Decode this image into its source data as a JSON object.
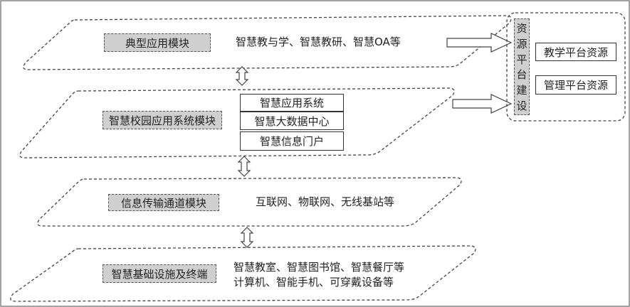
{
  "layers": [
    {
      "module": "典型应用模块",
      "lines": [
        "智慧教与学、智慧教研、智慧OA等"
      ]
    },
    {
      "module": "智慧校园应用系统模块",
      "systems": [
        "智慧应用系统",
        "智慧大数据中心",
        "智慧信息门户"
      ]
    },
    {
      "module": "信息传输通道模块",
      "lines": [
        "互联网、物联网、无线基站等"
      ]
    },
    {
      "module": "智慧基础设施及终端",
      "lines": [
        "智慧教室、智慧图书馆、智慧餐厅等",
        "计算机、智能手机、可穿戴设备等"
      ]
    }
  ],
  "resource": {
    "title_chars": [
      "资",
      "源",
      "平",
      "台",
      "建",
      "设"
    ],
    "items": [
      "教学平台资源",
      "管理平台资源"
    ]
  },
  "colors": {
    "tag_fill": "#cfcfcf",
    "line": "#333333"
  }
}
